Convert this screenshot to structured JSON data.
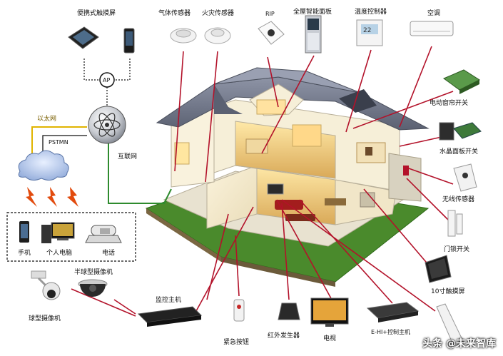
{
  "devices_top": {
    "touch_screen": "便携式触摸屏",
    "gas_sensor": "气体传感器",
    "fire_sensor": "火灾传感器",
    "rip": "RIP",
    "smart_panel": "全屋智能面板",
    "temp_controller": "温度控制器",
    "air_conditioner": "空调"
  },
  "network": {
    "ap": "AP",
    "ethernet": "以太网",
    "pstn": "PSTMN",
    "internet": "互联网"
  },
  "clients": {
    "phone": "手机",
    "pc": "个人电脑",
    "telephone": "电话"
  },
  "cameras": {
    "dome_camera": "半球型摄像机",
    "ball_camera": "球型摄像机"
  },
  "devices_right": {
    "curtain_switch": "电动窗帘开关",
    "crystal_switch": "水晶面板开关",
    "wireless_sensor": "无线传感器",
    "door_switch": "门锁开关",
    "touch_10": "10寸触摸屏"
  },
  "devices_bottom": {
    "monitor_host": "监控主机",
    "emergency_button": "紧急按钮",
    "ir_emitter": "红外发生器",
    "tv": "电视",
    "ehi_host": "E-HI+控制主机"
  },
  "watermark": "头条 @未来智库",
  "colors": {
    "line_red": "#b3122a",
    "line_green": "#2e8b2e",
    "line_yellow": "#e0b400",
    "roof": "#6e7486",
    "floor_green": "#4a8a2c"
  }
}
